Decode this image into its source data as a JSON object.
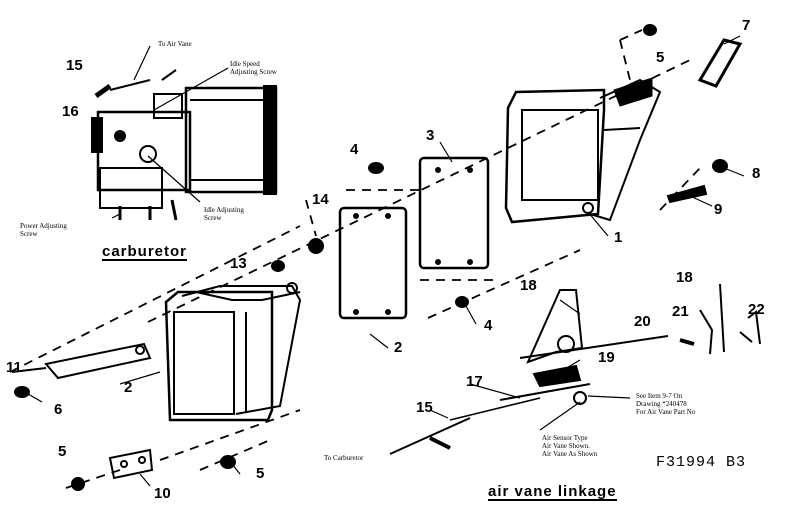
{
  "diagram": {
    "titles": {
      "carburetor": "carburetor",
      "linkage": "air vane linkage"
    },
    "part_code": "F31994 B3",
    "callouts": [
      {
        "id": "c15a",
        "text": "15"
      },
      {
        "id": "c16",
        "text": "16"
      },
      {
        "id": "c5a",
        "text": "5"
      },
      {
        "id": "c7",
        "text": "7"
      },
      {
        "id": "c3",
        "text": "3"
      },
      {
        "id": "c4a",
        "text": "4"
      },
      {
        "id": "c8",
        "text": "8"
      },
      {
        "id": "c9",
        "text": "9"
      },
      {
        "id": "c14",
        "text": "14"
      },
      {
        "id": "c1",
        "text": "1"
      },
      {
        "id": "c13",
        "text": "13"
      },
      {
        "id": "c2a",
        "text": "2"
      },
      {
        "id": "c4b",
        "text": "4"
      },
      {
        "id": "c18a",
        "text": "18"
      },
      {
        "id": "c18b",
        "text": "18"
      },
      {
        "id": "c21",
        "text": "21"
      },
      {
        "id": "c22",
        "text": "22"
      },
      {
        "id": "c20",
        "text": "20"
      },
      {
        "id": "c19",
        "text": "19"
      },
      {
        "id": "c17",
        "text": "17"
      },
      {
        "id": "c11",
        "text": "11"
      },
      {
        "id": "c2b",
        "text": "2"
      },
      {
        "id": "c6",
        "text": "6"
      },
      {
        "id": "c15b",
        "text": "15"
      },
      {
        "id": "c5b",
        "text": "5"
      },
      {
        "id": "c10",
        "text": "10"
      },
      {
        "id": "c5c",
        "text": "5"
      }
    ],
    "notes": {
      "to_air_vane": "To Air Vane",
      "idle_speed": "Idle Speed\nAdjusting Screw",
      "power_adj": "Power Adjusting\nScrew",
      "idle_adj": "Idle Adjusting\nScrew",
      "to_carburetor": "To Carburetor",
      "see_item": "See Item 9-7 On\nDrawing *240478\nFor Air Vane Part No",
      "air_sensor": "Air Sensor Type\nAir Vane Shown.\nAir Vane As Shown"
    }
  }
}
